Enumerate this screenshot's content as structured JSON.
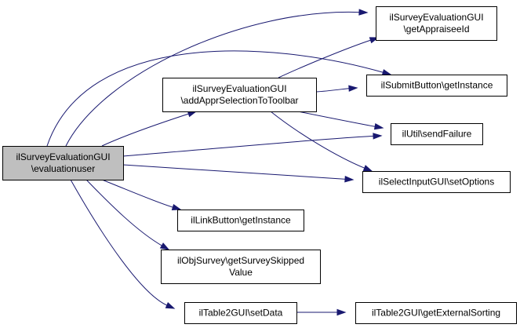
{
  "graph": {
    "nodes": [
      {
        "id": "root",
        "lines": [
          "ilSurveyEvaluationGUI",
          "\\evaluationuser"
        ],
        "root": true
      },
      {
        "id": "addAppr",
        "lines": [
          "ilSurveyEvaluationGUI",
          "\\addApprSelectionToToolbar"
        ]
      },
      {
        "id": "getAppraisee",
        "lines": [
          "ilSurveyEvaluationGUI",
          "\\getAppraiseeId"
        ]
      },
      {
        "id": "submitBtn",
        "lines": [
          "ilSubmitButton\\getInstance"
        ]
      },
      {
        "id": "sendFailure",
        "lines": [
          "ilUtil\\sendFailure"
        ]
      },
      {
        "id": "setOptions",
        "lines": [
          "ilSelectInputGUI\\setOptions"
        ]
      },
      {
        "id": "linkBtn",
        "lines": [
          "ilLinkButton\\getInstance"
        ]
      },
      {
        "id": "skipped",
        "lines": [
          "ilObjSurvey\\getSurveySkipped",
          "Value"
        ]
      },
      {
        "id": "setData",
        "lines": [
          "ilTable2GUI\\setData"
        ]
      },
      {
        "id": "extSort",
        "lines": [
          "ilTable2GUI\\getExternalSorting"
        ]
      }
    ],
    "edges": [
      {
        "from": "root",
        "to": "getAppraisee"
      },
      {
        "from": "root",
        "to": "submitBtn"
      },
      {
        "from": "root",
        "to": "addAppr"
      },
      {
        "from": "root",
        "to": "sendFailure"
      },
      {
        "from": "root",
        "to": "setOptions"
      },
      {
        "from": "root",
        "to": "linkBtn"
      },
      {
        "from": "root",
        "to": "skipped"
      },
      {
        "from": "root",
        "to": "setData"
      },
      {
        "from": "addAppr",
        "to": "getAppraisee"
      },
      {
        "from": "addAppr",
        "to": "submitBtn"
      },
      {
        "from": "addAppr",
        "to": "sendFailure"
      },
      {
        "from": "addAppr",
        "to": "setOptions"
      },
      {
        "from": "setData",
        "to": "extSort"
      }
    ]
  }
}
